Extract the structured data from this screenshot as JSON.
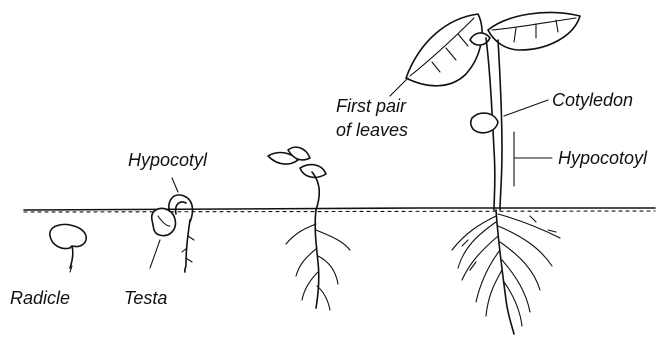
{
  "labels": {
    "radicle": "Radicle",
    "testa": "Testa",
    "hypocotyl": "Hypocotyl",
    "first_pair_line1": "First pair",
    "first_pair_line2": "of leaves",
    "cotyledon": "Cotyledon",
    "hypocotoyl": "Hypocotoyl"
  }
}
